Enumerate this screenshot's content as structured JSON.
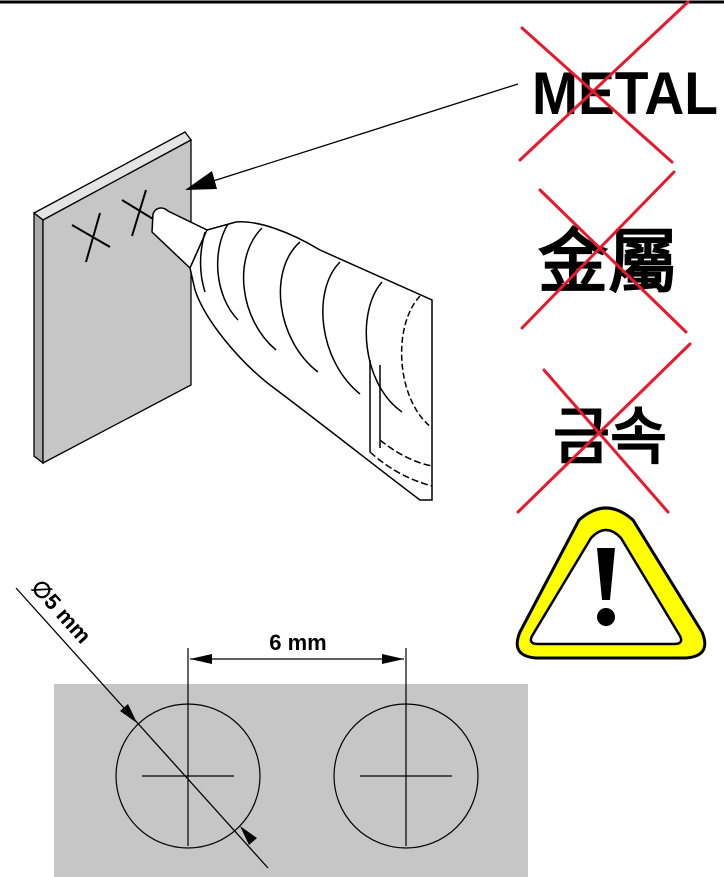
{
  "labels": {
    "metal": "METAL",
    "metal_zh": "金屬",
    "metal_ko": "금속"
  },
  "dimensions": {
    "diameter": "∅5 mm",
    "spacing": "6 mm"
  },
  "colors": {
    "cross": "#e8192c",
    "warning_fill": "#ffff00",
    "plate": "#c6c6c6",
    "ink": "#000000"
  },
  "icons": {
    "warning": "warning-triangle-icon",
    "prohibited": "red-x-cross-icon"
  }
}
